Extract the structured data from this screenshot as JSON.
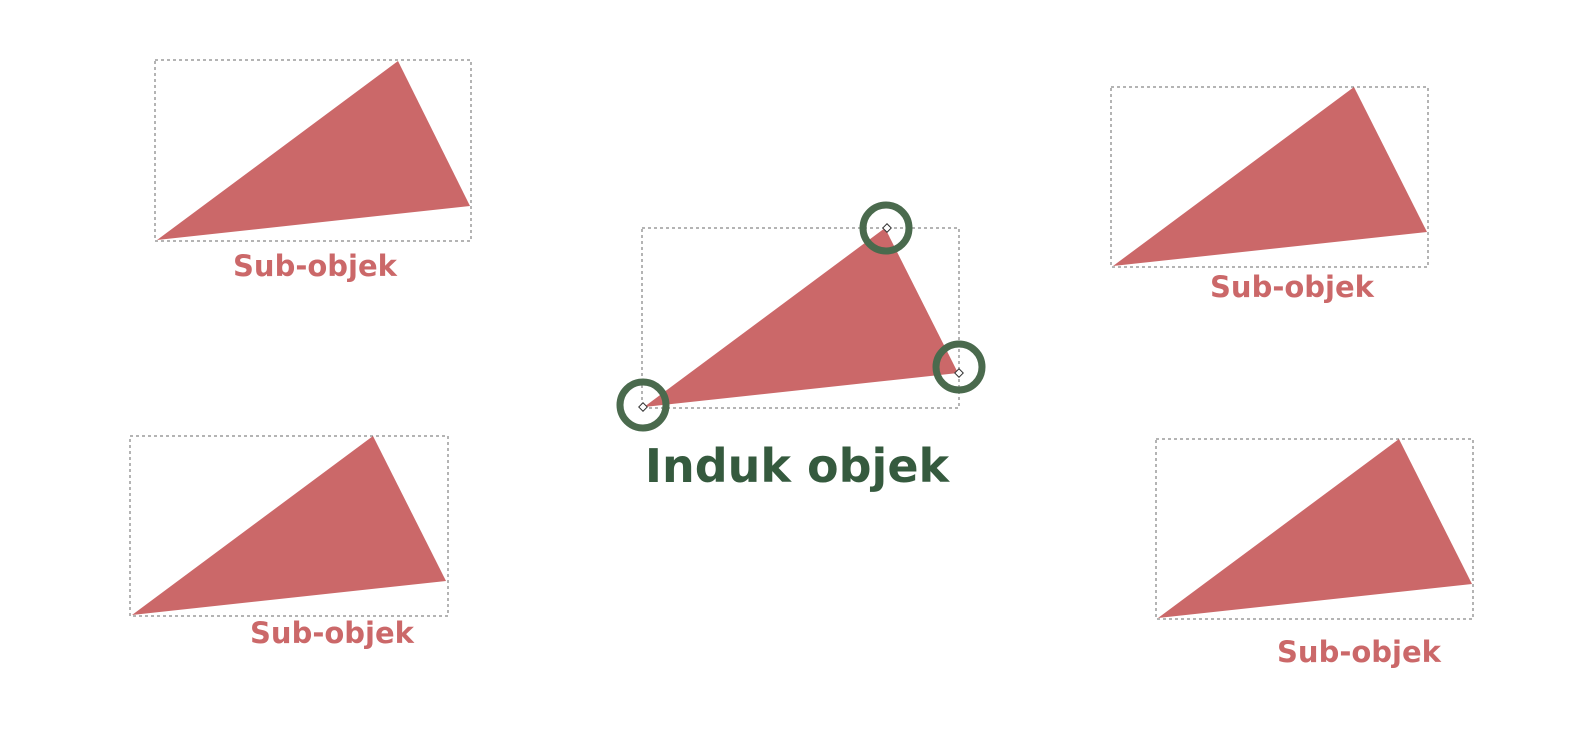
{
  "colors": {
    "triangle": "#cb6869",
    "sub_label": "#cb6869",
    "main_label": "#355a3e",
    "ring": "#4a6a4d"
  },
  "labels": {
    "parent": "Induk objek",
    "child_1": "Sub-objek",
    "child_2": "Sub-objek",
    "child_3": "Sub-objek",
    "child_4": "Sub-objek"
  }
}
